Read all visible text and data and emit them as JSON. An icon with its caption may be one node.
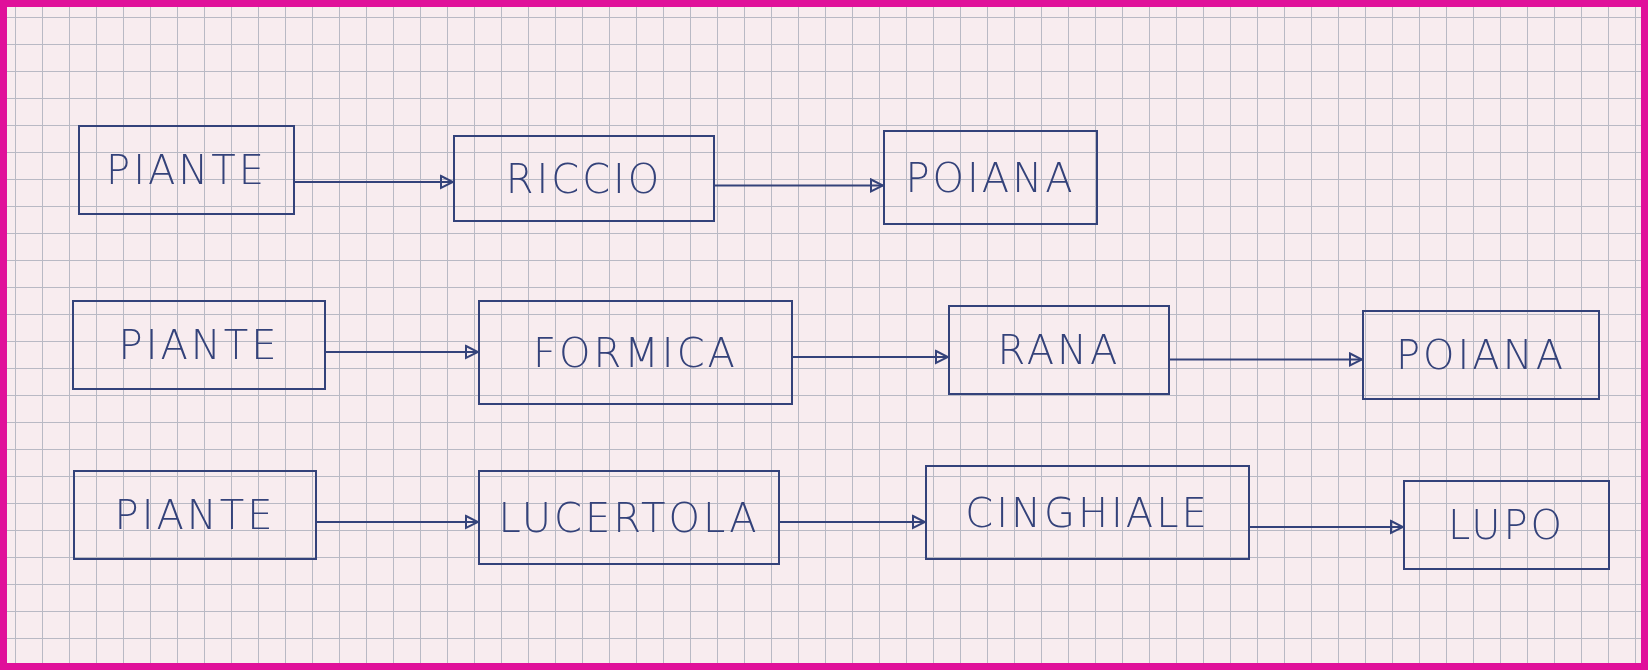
{
  "diagram": {
    "nodes": [
      {
        "text": [
          "PIANTE"
        ]
      },
      {
        "text": [
          "RICCIO"
        ]
      },
      {
        "text": [
          "POIANA"
        ]
      },
      {
        "text": [
          "PIANTE"
        ]
      },
      {
        "text": [
          "FORMICA"
        ]
      },
      {
        "text": [
          "RANA"
        ]
      },
      {
        "text": [
          "POIANA"
        ]
      },
      {
        "text": [
          "PIANTE"
        ]
      },
      {
        "text": [
          "LUCERTOLA"
        ]
      },
      {
        "text": [
          "CINGHIALE"
        ]
      },
      {
        "text": [
          "LUPO"
        ]
      }
    ],
    "edges": [
      {
        "from": 0,
        "to": 1,
        "arrow": "to"
      },
      {
        "from": 1,
        "to": 2,
        "arrow": "to"
      },
      {
        "from": 3,
        "to": 4,
        "arrow": "to"
      },
      {
        "from": 4,
        "to": 5,
        "arrow": "to"
      },
      {
        "from": 5,
        "to": 6,
        "arrow": "to"
      },
      {
        "from": 7,
        "to": 8,
        "arrow": "to"
      },
      {
        "from": 8,
        "to": 9,
        "arrow": "to"
      },
      {
        "from": 9,
        "to": 10,
        "arrow": "to"
      }
    ]
  }
}
